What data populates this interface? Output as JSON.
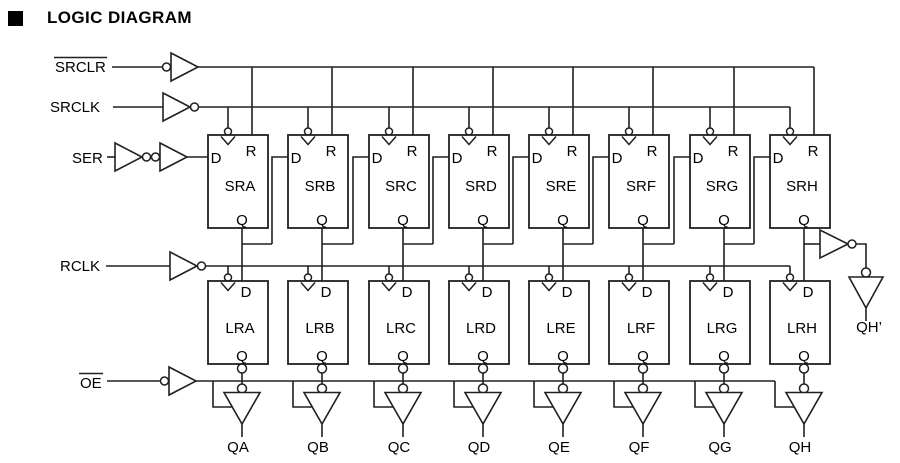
{
  "title": "LOGIC DIAGRAM",
  "colors": {
    "line": "#231f20",
    "text": "#000000",
    "background": "#ffffff"
  },
  "inputs": {
    "srclr": {
      "label": "SRCLR",
      "overline": true
    },
    "srclk": {
      "label": "SRCLK",
      "overline": false
    },
    "ser": {
      "label": "SER",
      "overline": false
    },
    "rclk": {
      "label": "RCLK",
      "overline": false
    },
    "oe": {
      "label": "OE",
      "overline": true
    }
  },
  "pins": {
    "d": "D",
    "r": "R",
    "q": "Q"
  },
  "stages": [
    {
      "sr": "SRA",
      "lr": "LRA",
      "out": "QA"
    },
    {
      "sr": "SRB",
      "lr": "LRB",
      "out": "QB"
    },
    {
      "sr": "SRC",
      "lr": "LRC",
      "out": "QC"
    },
    {
      "sr": "SRD",
      "lr": "LRD",
      "out": "QD"
    },
    {
      "sr": "SRE",
      "lr": "LRE",
      "out": "QE"
    },
    {
      "sr": "SRF",
      "lr": "LRF",
      "out": "QF"
    },
    {
      "sr": "SRG",
      "lr": "LRG",
      "out": "QG"
    },
    {
      "sr": "SRH",
      "lr": "LRH",
      "out": "QH"
    }
  ],
  "qh_prime": "QH’"
}
